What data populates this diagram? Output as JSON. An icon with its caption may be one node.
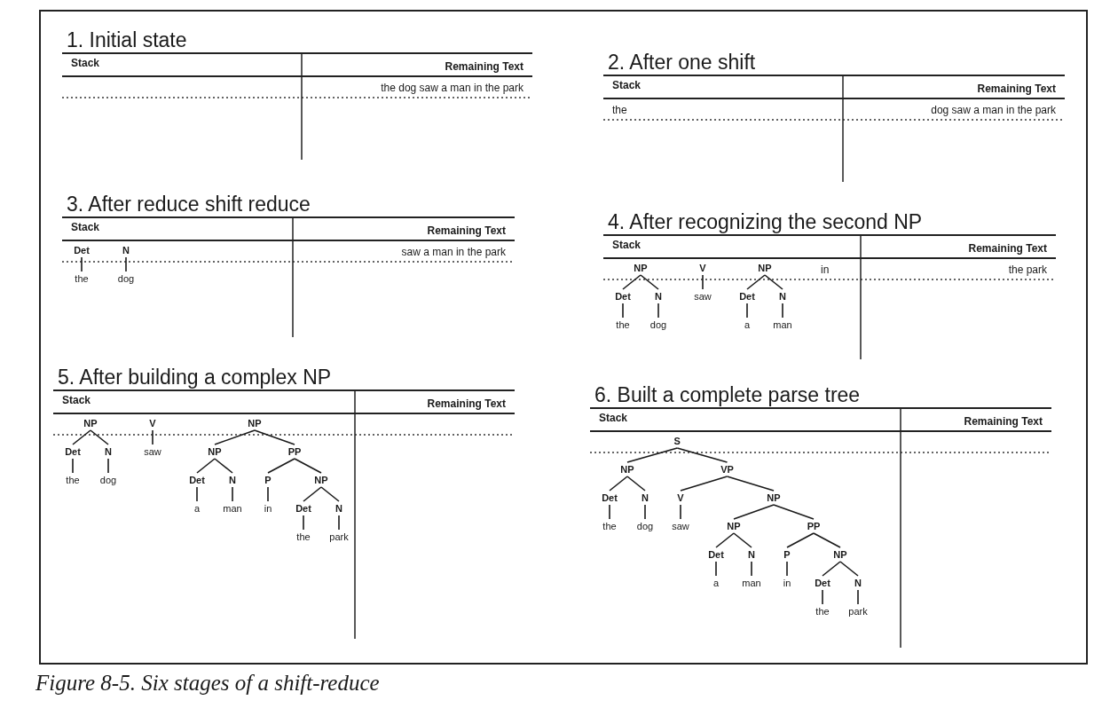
{
  "diagram": {
    "caption": "Figure 8-5. Six stages of a shift-reduce",
    "nodes": [
      {
        "text": [
          "Det"
        ]
      },
      {
        "text": [
          "the"
        ]
      },
      {
        "text": [
          "N"
        ]
      },
      {
        "text": [
          "dog"
        ]
      },
      {
        "text": [
          "NP"
        ]
      },
      {
        "text": [
          "Det"
        ]
      },
      {
        "text": [
          "the"
        ]
      },
      {
        "text": [
          "N"
        ]
      },
      {
        "text": [
          "dog"
        ]
      },
      {
        "text": [
          "V"
        ]
      },
      {
        "text": [
          "saw"
        ]
      },
      {
        "text": [
          "NP"
        ]
      },
      {
        "text": [
          "Det"
        ]
      },
      {
        "text": [
          "a"
        ]
      },
      {
        "text": [
          "N"
        ]
      },
      {
        "text": [
          "man"
        ]
      },
      {
        "text": [
          "NP"
        ]
      },
      {
        "text": [
          "Det"
        ]
      },
      {
        "text": [
          "the"
        ]
      },
      {
        "text": [
          "N"
        ]
      },
      {
        "text": [
          "dog"
        ]
      },
      {
        "text": [
          "V"
        ]
      },
      {
        "text": [
          "saw"
        ]
      },
      {
        "text": [
          "NP"
        ]
      },
      {
        "text": [
          "NP"
        ]
      },
      {
        "text": [
          "Det"
        ]
      },
      {
        "text": [
          "a"
        ]
      },
      {
        "text": [
          "N"
        ]
      },
      {
        "text": [
          "man"
        ]
      },
      {
        "text": [
          "PP"
        ]
      },
      {
        "text": [
          "P"
        ]
      },
      {
        "text": [
          "in"
        ]
      },
      {
        "text": [
          "NP"
        ]
      },
      {
        "text": [
          "Det"
        ]
      },
      {
        "text": [
          "the"
        ]
      },
      {
        "text": [
          "N"
        ]
      },
      {
        "text": [
          "park"
        ]
      },
      {
        "text": [
          "S"
        ]
      },
      {
        "text": [
          "NP"
        ]
      },
      {
        "text": [
          "Det"
        ]
      },
      {
        "text": [
          "the"
        ]
      },
      {
        "text": [
          "N"
        ]
      },
      {
        "text": [
          "dog"
        ]
      },
      {
        "text": [
          "VP"
        ]
      },
      {
        "text": [
          "V"
        ]
      },
      {
        "text": [
          "saw"
        ]
      },
      {
        "text": [
          "NP"
        ]
      },
      {
        "text": [
          "NP"
        ]
      },
      {
        "text": [
          "Det"
        ]
      },
      {
        "text": [
          "a"
        ]
      },
      {
        "text": [
          "N"
        ]
      },
      {
        "text": [
          "man"
        ]
      },
      {
        "text": [
          "PP"
        ]
      },
      {
        "text": [
          "P"
        ]
      },
      {
        "text": [
          "in"
        ]
      },
      {
        "text": [
          "NP"
        ]
      },
      {
        "text": [
          "Det"
        ]
      },
      {
        "text": [
          "the"
        ]
      },
      {
        "text": [
          "N"
        ]
      },
      {
        "text": [
          "park"
        ]
      }
    ],
    "edges": [
      {
        "from": 0,
        "to": 1,
        "arrow": "none"
      },
      {
        "from": 2,
        "to": 3,
        "arrow": "none"
      },
      {
        "from": 4,
        "to": 5,
        "arrow": "none"
      },
      {
        "from": 5,
        "to": 6,
        "arrow": "none"
      },
      {
        "from": 4,
        "to": 7,
        "arrow": "none"
      },
      {
        "from": 7,
        "to": 8,
        "arrow": "none"
      },
      {
        "from": 9,
        "to": 10,
        "arrow": "none"
      },
      {
        "from": 11,
        "to": 12,
        "arrow": "none"
      },
      {
        "from": 12,
        "to": 13,
        "arrow": "none"
      },
      {
        "from": 11,
        "to": 14,
        "arrow": "none"
      },
      {
        "from": 14,
        "to": 15,
        "arrow": "none"
      },
      {
        "from": 16,
        "to": 17,
        "arrow": "none"
      },
      {
        "from": 17,
        "to": 18,
        "arrow": "none"
      },
      {
        "from": 16,
        "to": 19,
        "arrow": "none"
      },
      {
        "from": 19,
        "to": 20,
        "arrow": "none"
      },
      {
        "from": 21,
        "to": 22,
        "arrow": "none"
      },
      {
        "from": 23,
        "to": 24,
        "arrow": "none"
      },
      {
        "from": 24,
        "to": 25,
        "arrow": "none"
      },
      {
        "from": 25,
        "to": 26,
        "arrow": "none"
      },
      {
        "from": 24,
        "to": 27,
        "arrow": "none"
      },
      {
        "from": 27,
        "to": 28,
        "arrow": "none"
      },
      {
        "from": 23,
        "to": 29,
        "arrow": "none"
      },
      {
        "from": 29,
        "to": 30,
        "arrow": "none"
      },
      {
        "from": 30,
        "to": 31,
        "arrow": "none"
      },
      {
        "from": 29,
        "to": 32,
        "arrow": "none"
      },
      {
        "from": 32,
        "to": 33,
        "arrow": "none"
      },
      {
        "from": 33,
        "to": 34,
        "arrow": "none"
      },
      {
        "from": 32,
        "to": 35,
        "arrow": "none"
      },
      {
        "from": 35,
        "to": 36,
        "arrow": "none"
      },
      {
        "from": 37,
        "to": 38,
        "arrow": "none"
      },
      {
        "from": 38,
        "to": 39,
        "arrow": "none"
      },
      {
        "from": 39,
        "to": 40,
        "arrow": "none"
      },
      {
        "from": 38,
        "to": 41,
        "arrow": "none"
      },
      {
        "from": 41,
        "to": 42,
        "arrow": "none"
      },
      {
        "from": 37,
        "to": 43,
        "arrow": "none"
      },
      {
        "from": 43,
        "to": 44,
        "arrow": "none"
      },
      {
        "from": 44,
        "to": 45,
        "arrow": "none"
      },
      {
        "from": 43,
        "to": 46,
        "arrow": "none"
      },
      {
        "from": 46,
        "to": 47,
        "arrow": "none"
      },
      {
        "from": 47,
        "to": 48,
        "arrow": "none"
      },
      {
        "from": 48,
        "to": 49,
        "arrow": "none"
      },
      {
        "from": 47,
        "to": 50,
        "arrow": "none"
      },
      {
        "from": 50,
        "to": 51,
        "arrow": "none"
      },
      {
        "from": 46,
        "to": 52,
        "arrow": "none"
      },
      {
        "from": 52,
        "to": 53,
        "arrow": "none"
      },
      {
        "from": 53,
        "to": 54,
        "arrow": "none"
      },
      {
        "from": 52,
        "to": 55,
        "arrow": "none"
      },
      {
        "from": 55,
        "to": 56,
        "arrow": "none"
      },
      {
        "from": 56,
        "to": 57,
        "arrow": "none"
      },
      {
        "from": 55,
        "to": 58,
        "arrow": "none"
      },
      {
        "from": 58,
        "to": 59,
        "arrow": "none"
      }
    ],
    "labels": [
      "1. Initial state",
      "Stack",
      "Remaining Text",
      "the dog saw a man in the park",
      "2. After one shift",
      "Stack",
      "Remaining Text",
      "the",
      "dog saw a man in the park",
      "3. After reduce shift reduce",
      "Stack",
      "Remaining Text",
      "saw a man in the park",
      "4. After recognizing the second NP",
      "Stack",
      "Remaining Text",
      "in",
      "the park",
      "5. After building a complex NP",
      "Stack",
      "Remaining Text",
      "6. Built a complete parse tree",
      "Stack",
      "Remaining Text"
    ]
  }
}
